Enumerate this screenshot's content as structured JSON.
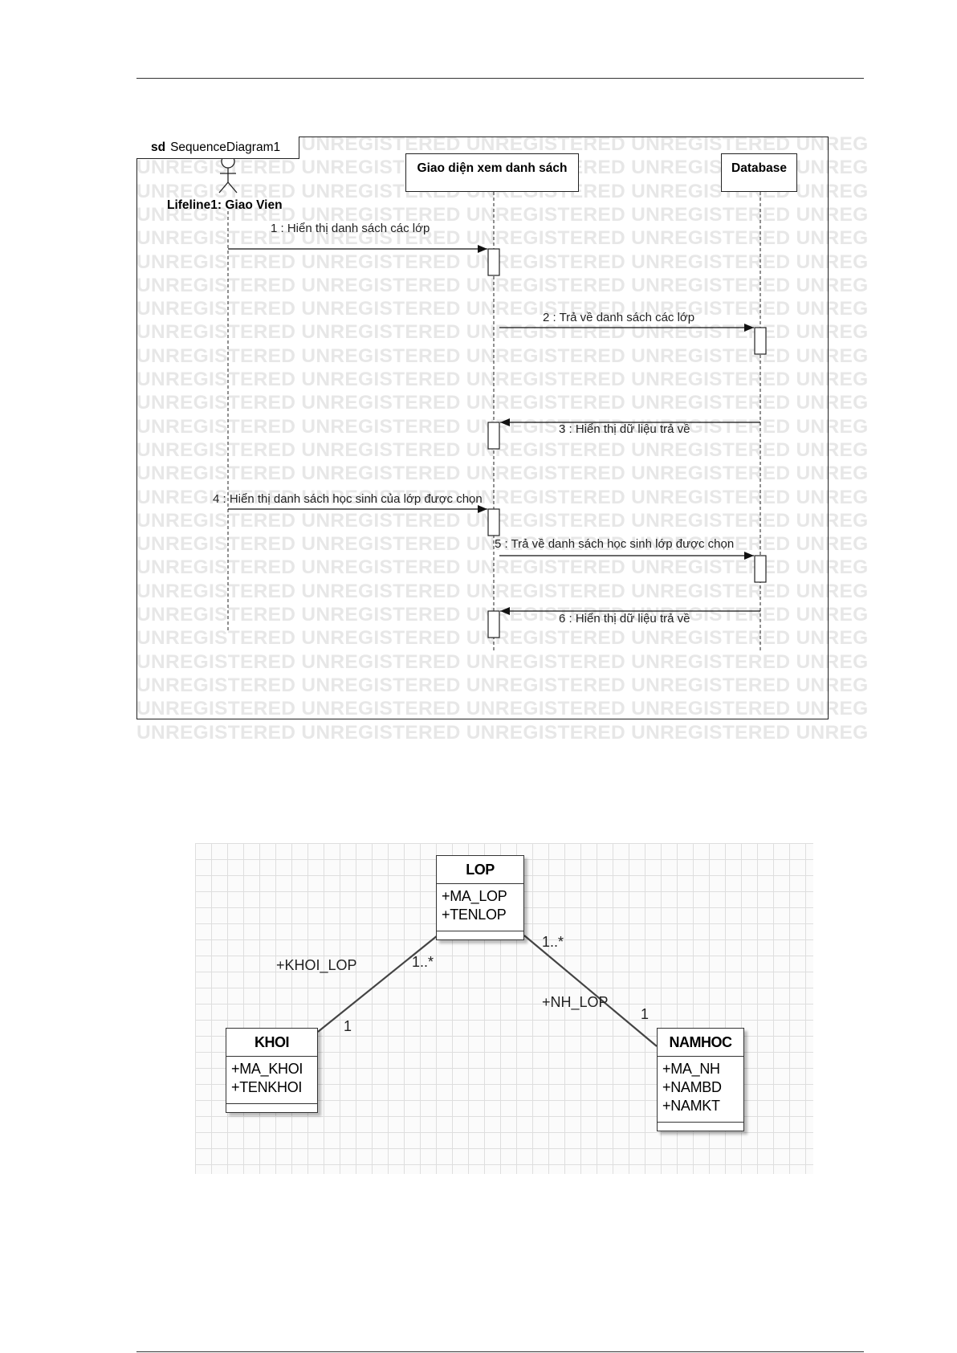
{
  "sequence_diagram": {
    "frame_keyword": "sd",
    "frame_name": "SequenceDiagram1",
    "watermark": "UNREGISTERED",
    "lifelines": {
      "actor": "Lifeline1: Giao Vien",
      "ui": "Giao diện xem danh sách",
      "db": "Database"
    },
    "messages": [
      {
        "label": "1 : Hiển thị danh sách các lớp",
        "from": "actor",
        "to": "ui"
      },
      {
        "label": "2 : Trả về danh sách các lớp",
        "from": "ui",
        "to": "db"
      },
      {
        "label": "3 : Hiển thị dữ liệu trả về",
        "from": "db",
        "to": "ui"
      },
      {
        "label": "4 : Hiển thị danh sách học sinh của lớp được chọn",
        "from": "actor",
        "to": "ui"
      },
      {
        "label": "5 : Trả về danh sách học sinh lớp được chọn",
        "from": "ui",
        "to": "db"
      },
      {
        "label": "6 : Hiển thị dữ liệu trả về",
        "from": "db",
        "to": "ui"
      }
    ]
  },
  "class_diagram": {
    "classes": {
      "lop": {
        "name": "LOP",
        "attributes": [
          "+MA_LOP",
          "+TENLOP"
        ]
      },
      "khoi": {
        "name": "KHOI",
        "attributes": [
          "+MA_KHOI",
          "+TENKHOI"
        ]
      },
      "namhoc": {
        "name": "NAMHOC",
        "attributes": [
          "+MA_NH",
          "+NAMBD",
          "+NAMKT"
        ]
      }
    },
    "associations": [
      {
        "role": "+KHOI_LOP",
        "end_lop": "1..*",
        "end_other": "1"
      },
      {
        "role": "+NH_LOP",
        "end_lop": "1..*",
        "end_other": "1"
      }
    ]
  }
}
